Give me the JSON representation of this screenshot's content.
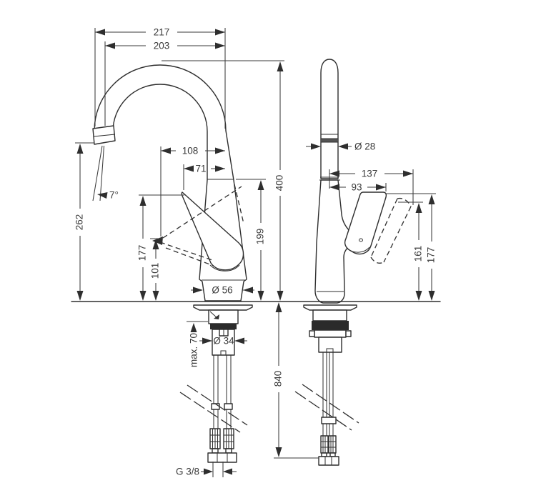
{
  "drawing": {
    "front": {
      "overall_width": "217",
      "spout_reach": "203",
      "outlet_height": "262",
      "spout_angle": "7°",
      "handle_reach_open": "108",
      "handle_reach_closed": "71",
      "spout_height": "400",
      "body_height": "199",
      "handle_max_height": "177",
      "handle_min_height": "101",
      "base_diameter": "Ø 56",
      "shank_diameter": "Ø 34",
      "max_deck_thickness": "max. 70",
      "hose_length": "840",
      "connection_thread": "G 3/8"
    },
    "side": {
      "spout_diameter": "Ø 28",
      "handle_open_depth": "137",
      "handle_depth": "93",
      "handle_open_height": "161",
      "handle_height": "177"
    }
  }
}
